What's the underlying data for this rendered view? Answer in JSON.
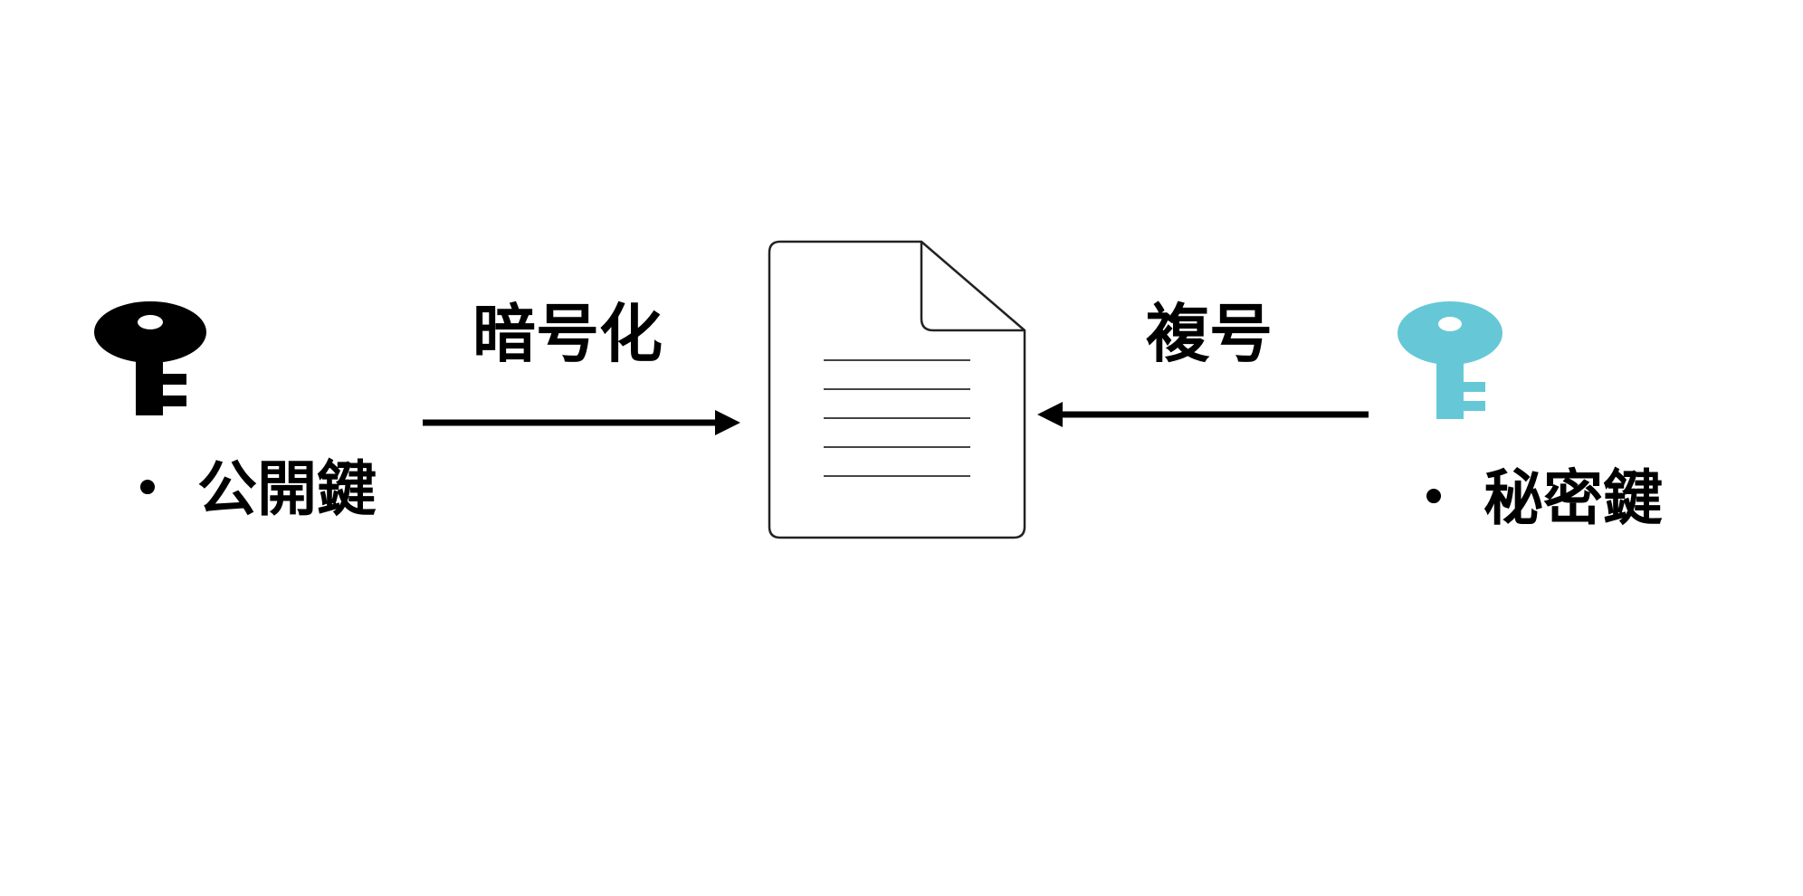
{
  "diagram": {
    "public_key": {
      "bullet": "・",
      "label": "公開鍵",
      "color": "#000000",
      "icon": "key-icon"
    },
    "private_key": {
      "bullet": "・",
      "label": "秘密鍵",
      "color": "#66c8d6",
      "icon": "key-icon"
    },
    "encrypt_label": "暗号化",
    "decrypt_label": "複号",
    "document_icon": "document-icon"
  }
}
